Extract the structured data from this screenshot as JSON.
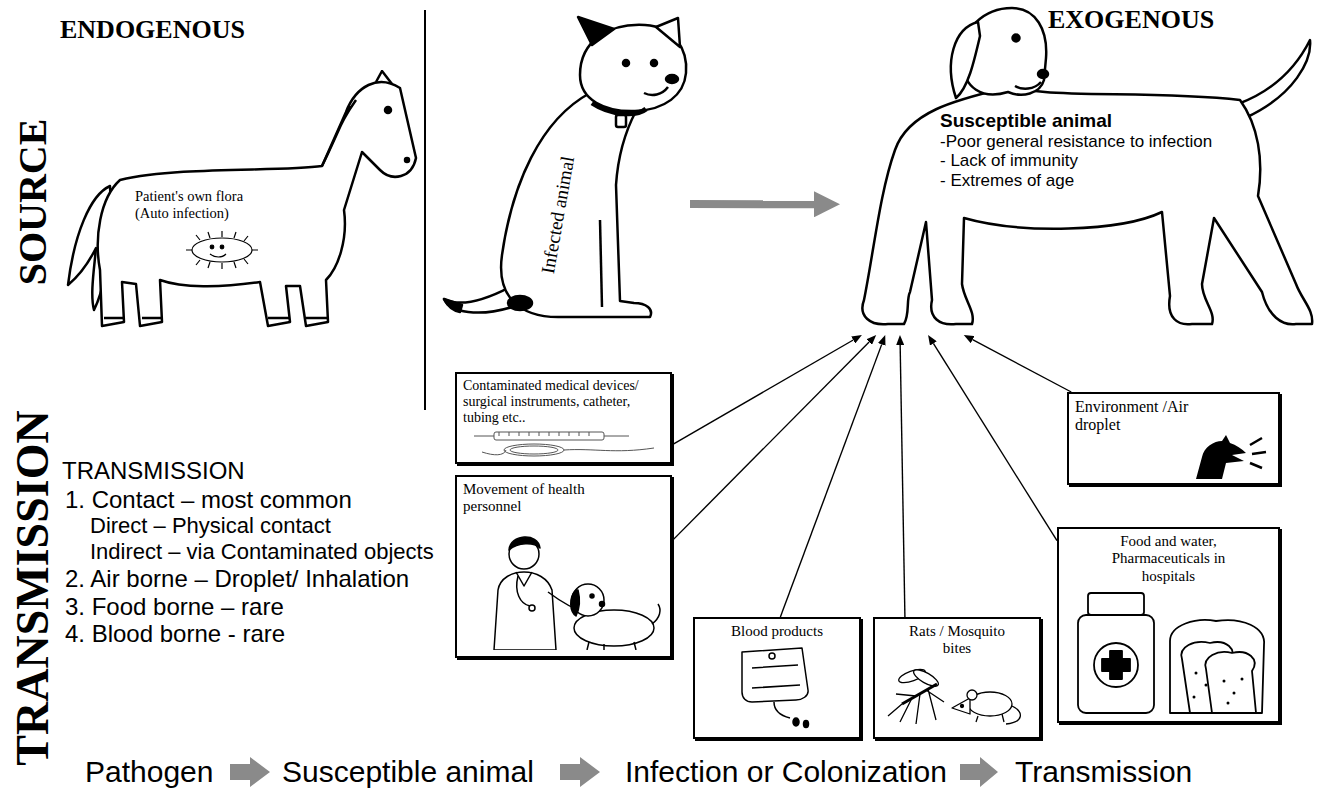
{
  "diagram": {
    "nodes": [
      {
        "text": [
          "Patient's own flora (Auto infection)"
        ]
      },
      {
        "text": [
          "Infected animal"
        ]
      },
      {
        "text": [
          "Susceptible animal",
          "-Poor general resistance to infection",
          "- Lack of immunity",
          "- Extremes of age"
        ]
      },
      {
        "text": [
          "Contaminated medical devices/ surgical instruments, catheter, tubing etc.."
        ]
      },
      {
        "text": [
          "Movement of health personnel"
        ]
      },
      {
        "text": [
          "Blood products"
        ]
      },
      {
        "text": [
          "Rats / Mosquito bites"
        ]
      },
      {
        "text": [
          "Food and water, Pharmaceuticals in hospitals"
        ]
      },
      {
        "text": [
          "Environment /Air droplet"
        ]
      }
    ],
    "edges": [
      {
        "from": 1,
        "to": 2,
        "arrow": "to"
      },
      {
        "from": 3,
        "to": 2,
        "arrow": "to"
      },
      {
        "from": 4,
        "to": 2,
        "arrow": "to"
      },
      {
        "from": 5,
        "to": 2,
        "arrow": "to"
      },
      {
        "from": 6,
        "to": 2,
        "arrow": "to"
      },
      {
        "from": 7,
        "to": 2,
        "arrow": "to"
      },
      {
        "from": 8,
        "to": 2,
        "arrow": "to"
      }
    ],
    "labels": [
      "ENDOGENOUS",
      "EXOGENOUS",
      "SOURCE",
      "TRANSMISSION",
      "TRANSMISSION",
      "1. Contact – most common",
      "Direct – Physical contact",
      "Indirect – via Contaminated objects",
      "2. Air borne – Droplet/ Inhalation",
      "3. Food borne – rare",
      "4. Blood borne - rare",
      "Pathogen",
      "Susceptible animal",
      "Infection or Colonization",
      "Transmission"
    ]
  }
}
